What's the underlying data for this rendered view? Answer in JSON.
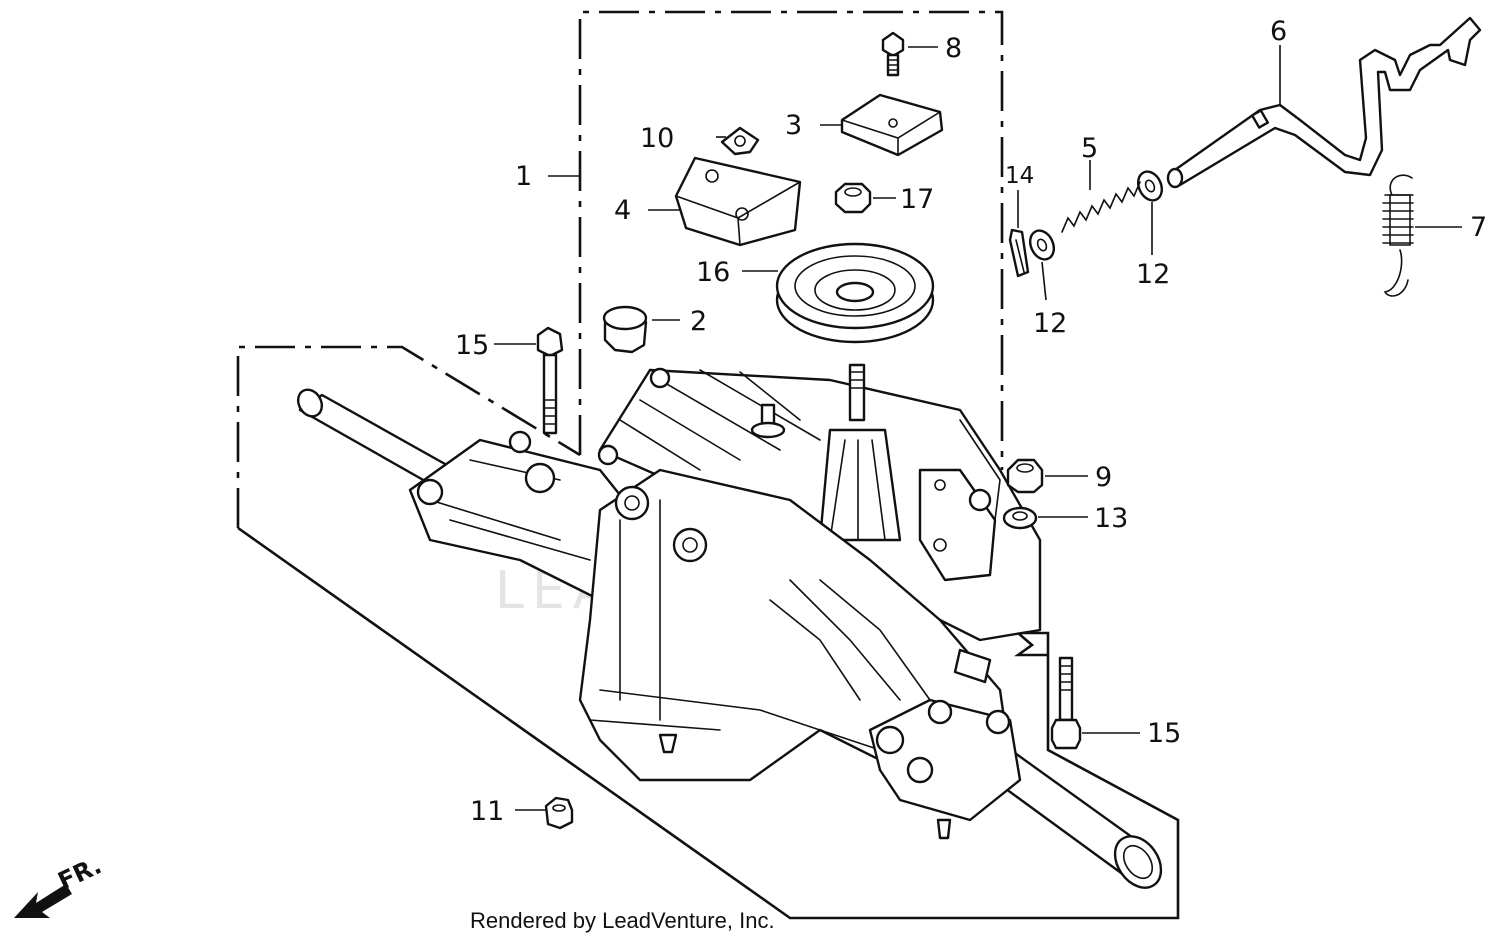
{
  "diagram": {
    "callouts": {
      "c1": "1",
      "c2": "2",
      "c3": "3",
      "c4": "4",
      "c5": "5",
      "c6": "6",
      "c7": "7",
      "c8": "8",
      "c9": "9",
      "c10": "10",
      "c11": "11",
      "c12a": "12",
      "c12b": "12",
      "c13": "13",
      "c14": "14",
      "c15a": "15",
      "c15b": "15",
      "c16": "16",
      "c17": "17"
    },
    "direction_label": "FR.",
    "watermark": "LEADVENTURE",
    "footer": "Rendered by LeadVenture, Inc."
  }
}
